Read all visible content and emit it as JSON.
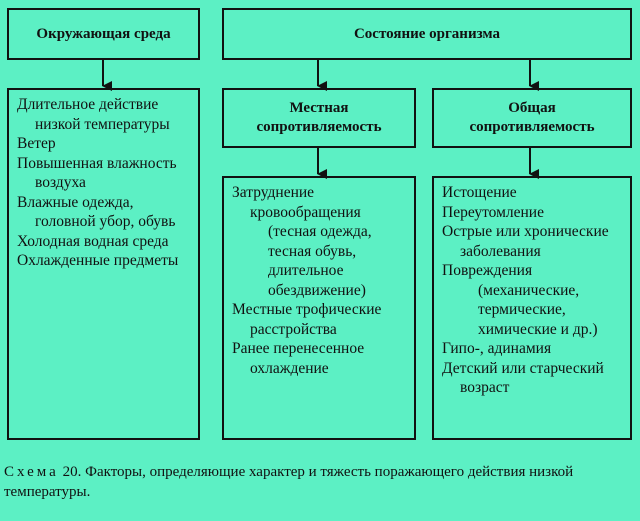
{
  "boxes": {
    "env_header": "Окружающая среда",
    "org_header": "Состояние организма",
    "local_header_l1": "Местная",
    "local_header_l2": "сопротивляемость",
    "general_header_l1": "Общая",
    "general_header_l2": "сопротивляемость"
  },
  "env_factors": [
    "Длительное действие низкой температуры",
    "Ветер",
    "Повышенная влажность воздуха",
    "Влажные одежда, головной убор, обувь",
    "Холодная водная среда",
    "Охлажденные предметы"
  ],
  "local_factors": {
    "item1": "Затруднение кровообращения",
    "item1_paren": "(тесная одежда, тесная обувь, длительное обездвижение)",
    "item2": "Местные трофические расстройства",
    "item3": "Ранее перенесенное охлаждение"
  },
  "general_factors": {
    "item1": "Истощение",
    "item2": "Переутомление",
    "item3": "Острые или хронические заболевания",
    "item4": "Повреждения",
    "item4_paren": "(механические, термические, химические и др.)",
    "item5": "Гипо-, адинамия",
    "item6": "Детский или старческий возраст"
  },
  "caption": {
    "label": "Схема",
    "text": "20. Факторы, определяющие характер и тяжесть поражающего действия низкой температуры."
  }
}
